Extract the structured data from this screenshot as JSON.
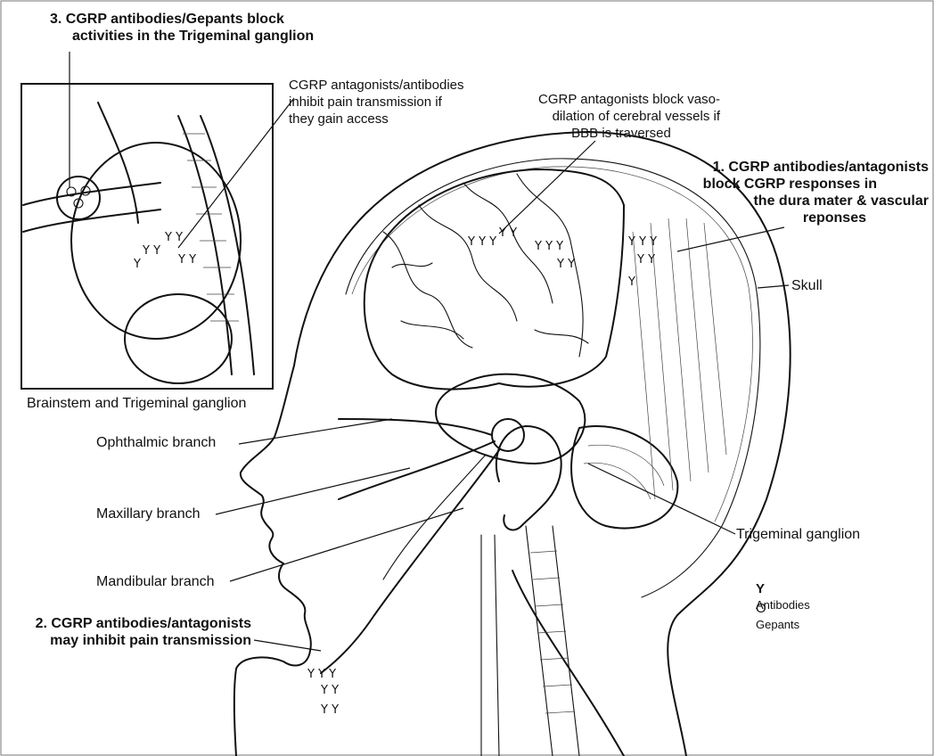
{
  "labels": {
    "ganglion_title": [
      "3. CGRP antibodies/Gepants block",
      "activities in the Trigeminal ganglion"
    ],
    "inset_caption": "Brainstem and Trigeminal ganglion",
    "pain_access": [
      "CGRP antagonists/antibodies",
      "inhibit pain transmission if",
      "they gain access"
    ],
    "vasodilation": [
      "CGRP antagonists block vaso-",
      "dilation of  cerebral vessels if",
      "BBB is traversed"
    ],
    "dura": [
      "1. CGRP antibodies/antagonists",
      "block CGRP responses in",
      "the dura mater & vascular",
      "reponses"
    ],
    "skull": "Skull",
    "ophthalmic": "Ophthalmic branch",
    "maxillary": "Maxillary branch",
    "mandibular": "Mandibular branch",
    "trigeminal_ganglion": "Trigeminal ganglion",
    "pain_transmission": [
      "2. CGRP antibodies/antagonists",
      "may inhibit pain transmission"
    ]
  },
  "legend": {
    "antibodies": "Antibodies",
    "gepants": "Gepants",
    "antibody_symbol": "Y",
    "gepant_symbol": "O"
  },
  "colors": {
    "ink": "#111111",
    "background": "#ffffff"
  }
}
